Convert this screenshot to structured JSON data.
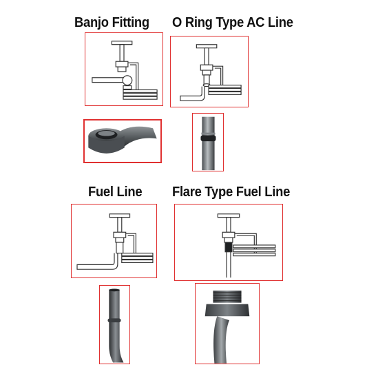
{
  "titles": {
    "banjo": "Banjo Fitting",
    "oring": "O Ring Type AC Line",
    "fuel": "Fuel Line",
    "flare": "Flare Type Fuel Line"
  },
  "colors": {
    "frame_border": "#e03030",
    "tool_stroke": "#333333",
    "metal_dark": "#4a4e52",
    "metal_light": "#9aa0a4"
  },
  "icons": {
    "banjo_diagram": "tool-diagram-icon",
    "banjo_photo": "banjo-fitting-photo",
    "oring_diagram": "tool-diagram-icon",
    "oring_photo": "oring-line-photo",
    "fuel_diagram": "tool-diagram-icon",
    "fuel_photo": "fuel-line-photo",
    "flare_diagram": "tool-diagram-icon",
    "flare_photo": "flare-fuel-line-photo"
  }
}
